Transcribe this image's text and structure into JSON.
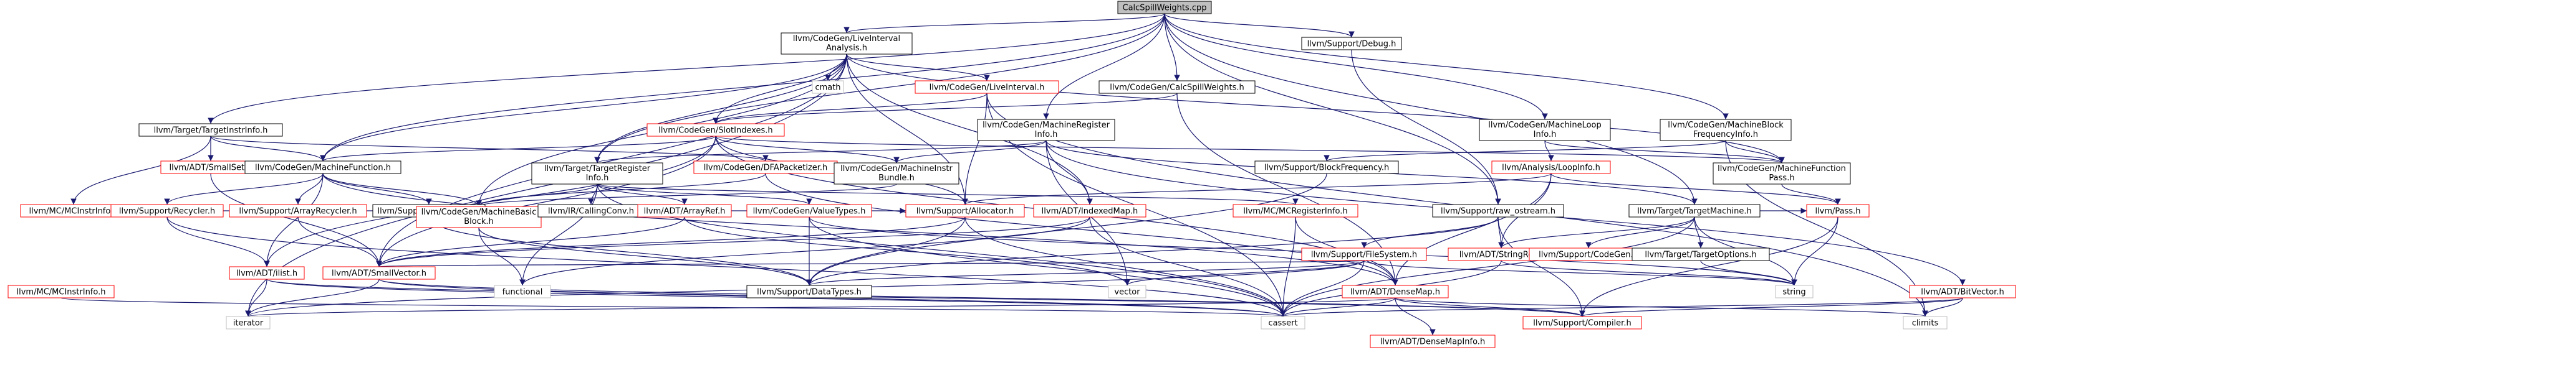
{
  "diagram": {
    "colors": {
      "edge": "#191970",
      "node_border_normal": "#000000",
      "node_border_missing": "#ff0000",
      "node_border_plain": "#bfbfbf",
      "node_fill_normal": "#ffffff",
      "node_fill_root": "#bfbfbf"
    },
    "nodes": [
      {
        "id": "root",
        "label": "CalcSpillWeights.cpp",
        "kind": "root"
      },
      {
        "id": "liveint_analysis",
        "label": "llvm/CodeGen/LiveInterval\nAnalysis.h",
        "kind": "normal"
      },
      {
        "id": "target_instrinfo",
        "label": "llvm/Target/TargetInstrInfo.h",
        "kind": "normal"
      },
      {
        "id": "support_debug",
        "label": "llvm/Support/Debug.h",
        "kind": "normal"
      },
      {
        "id": "calcspill_h",
        "label": "llvm/CodeGen/CalcSpillWeights.h",
        "kind": "normal"
      },
      {
        "id": "livinterval_h",
        "label": "llvm/CodeGen/LiveInterval.h",
        "kind": "missing"
      },
      {
        "id": "cmath",
        "label": "cmath",
        "kind": "plain"
      },
      {
        "id": "machineloop",
        "label": "llvm/CodeGen/MachineLoop\nInfo.h",
        "kind": "normal"
      },
      {
        "id": "mbfi",
        "label": "llvm/CodeGen/MachineBlock\nFrequencyInfo.h",
        "kind": "normal"
      },
      {
        "id": "slotindexes",
        "label": "llvm/CodeGen/SlotIndexes.h",
        "kind": "missing"
      },
      {
        "id": "mri",
        "label": "llvm/CodeGen/MachineRegister\nInfo.h",
        "kind": "normal"
      },
      {
        "id": "smallset",
        "label": "llvm/ADT/SmallSet.h",
        "kind": "missing"
      },
      {
        "id": "machinefunction",
        "label": "llvm/CodeGen/MachineFunction.h",
        "kind": "normal"
      },
      {
        "id": "targetregisterinfo",
        "label": "llvm/Target/TargetRegister\nInfo.h",
        "kind": "normal"
      },
      {
        "id": "dfapacketizer",
        "label": "llvm/CodeGen/DFAPacketizer.h",
        "kind": "missing"
      },
      {
        "id": "machineinstrbundle",
        "label": "llvm/CodeGen/MachineInstr\nBundle.h",
        "kind": "normal"
      },
      {
        "id": "analysis_loopinfo",
        "label": "llvm/Analysis/LoopInfo.h",
        "kind": "missing"
      },
      {
        "id": "blockfrequency",
        "label": "llvm/Support/BlockFrequency.h",
        "kind": "normal"
      },
      {
        "id": "raw_ostream",
        "label": "llvm/Support/raw_ostream.h",
        "kind": "normal"
      },
      {
        "id": "targetmachine",
        "label": "llvm/Target/TargetMachine.h",
        "kind": "normal"
      },
      {
        "id": "mfpass",
        "label": "llvm/CodeGen/MachineFunction\nPass.h",
        "kind": "normal"
      },
      {
        "id": "mcinstrinfo",
        "label": "llvm/MC/MCInstrInfo.h",
        "kind": "missing"
      },
      {
        "id": "recycler",
        "label": "llvm/Support/Recycler.h",
        "kind": "missing"
      },
      {
        "id": "arrayrecycler",
        "label": "llvm/Support/ArrayRecycler.h",
        "kind": "missing"
      },
      {
        "id": "debugloc",
        "label": "llvm/Support/DebugLoc.h",
        "kind": "normal"
      },
      {
        "id": "mbb",
        "label": "llvm/CodeGen/MachineBasic\nBlock.h",
        "kind": "missing"
      },
      {
        "id": "callingconv",
        "label": "llvm/IR/CallingConv.h",
        "kind": "normal"
      },
      {
        "id": "arrayref",
        "label": "llvm/ADT/ArrayRef.h",
        "kind": "missing"
      },
      {
        "id": "valuetypes",
        "label": "llvm/CodeGen/ValueTypes.h",
        "kind": "missing"
      },
      {
        "id": "allocator",
        "label": "llvm/Support/Allocator.h",
        "kind": "missing"
      },
      {
        "id": "indexedmap",
        "label": "llvm/ADT/IndexedMap.h",
        "kind": "missing"
      },
      {
        "id": "mcregisterinfo",
        "label": "llvm/MC/MCRegisterInfo.h",
        "kind": "missing"
      },
      {
        "id": "filesystem",
        "label": "llvm/Support/FileSystem.h",
        "kind": "missing"
      },
      {
        "id": "stringref",
        "label": "llvm/ADT/StringRef.h",
        "kind": "missing"
      },
      {
        "id": "supportcodegen",
        "label": "llvm/Support/CodeGen.h",
        "kind": "missing"
      },
      {
        "id": "targetoptions",
        "label": "llvm/Target/TargetOptions.h",
        "kind": "normal"
      },
      {
        "id": "pass",
        "label": "llvm/Pass.h",
        "kind": "missing"
      },
      {
        "id": "ilist",
        "label": "llvm/ADT/ilist.h",
        "kind": "missing"
      },
      {
        "id": "smallvector",
        "label": "llvm/ADT/SmallVector.h",
        "kind": "missing"
      },
      {
        "id": "functional",
        "label": "functional",
        "kind": "plain"
      },
      {
        "id": "datatypes",
        "label": "llvm/Support/DataTypes.h",
        "kind": "normal"
      },
      {
        "id": "vector",
        "label": "vector",
        "kind": "plain"
      },
      {
        "id": "densemap",
        "label": "llvm/ADT/DenseMap.h",
        "kind": "missing"
      },
      {
        "id": "string",
        "label": "string",
        "kind": "plain"
      },
      {
        "id": "bitvector",
        "label": "llvm/ADT/BitVector.h",
        "kind": "missing"
      },
      {
        "id": "mcinstinfo",
        "label": "llvm/MC/MCInstrInfo.h",
        "kind": "missing"
      },
      {
        "id": "iterator",
        "label": "iterator",
        "kind": "plain"
      },
      {
        "id": "cassert",
        "label": "cassert",
        "kind": "plain"
      },
      {
        "id": "compiler",
        "label": "llvm/Support/Compiler.h",
        "kind": "missing"
      },
      {
        "id": "densemapinfo",
        "label": "llvm/ADT/DenseMapInfo.h",
        "kind": "missing"
      },
      {
        "id": "climits",
        "label": "climits",
        "kind": "plain"
      }
    ],
    "edges": [
      [
        "root",
        "liveint_analysis"
      ],
      [
        "root",
        "target_instrinfo"
      ],
      [
        "root",
        "support_debug"
      ],
      [
        "root",
        "calcspill_h"
      ],
      [
        "root",
        "machineloop"
      ],
      [
        "root",
        "mbfi"
      ],
      [
        "root",
        "mri"
      ],
      [
        "root",
        "machinefunction"
      ],
      [
        "root",
        "targetregisterinfo"
      ],
      [
        "root",
        "raw_ostream"
      ],
      [
        "root",
        "targetmachine"
      ],
      [
        "liveint_analysis",
        "cmath"
      ],
      [
        "liveint_analysis",
        "livinterval_h"
      ],
      [
        "liveint_analysis",
        "slotindexes"
      ],
      [
        "liveint_analysis",
        "targetregisterinfo"
      ],
      [
        "liveint_analysis",
        "mbb"
      ],
      [
        "liveint_analysis",
        "allocator"
      ],
      [
        "liveint_analysis",
        "indexedmap"
      ],
      [
        "liveint_analysis",
        "mfpass"
      ],
      [
        "liveint_analysis",
        "machinefunction"
      ],
      [
        "liveint_analysis",
        "smallvector"
      ],
      [
        "liveint_analysis",
        "iterator"
      ],
      [
        "livinterval_h",
        "slotindexes"
      ],
      [
        "livinterval_h",
        "allocator"
      ],
      [
        "livinterval_h",
        "cassert"
      ],
      [
        "livinterval_h",
        "climits"
      ],
      [
        "calcspill_h",
        "slotindexes"
      ],
      [
        "calcspill_h",
        "densemap"
      ],
      [
        "support_debug",
        "raw_ostream"
      ],
      [
        "target_instrinfo",
        "machinefunction"
      ],
      [
        "target_instrinfo",
        "smallset"
      ],
      [
        "target_instrinfo",
        "dfapacketizer"
      ],
      [
        "target_instrinfo",
        "mcinstrinfo"
      ],
      [
        "slotindexes",
        "machinefunction"
      ],
      [
        "slotindexes",
        "machineinstrbundle"
      ],
      [
        "slotindexes",
        "densemap"
      ],
      [
        "slotindexes",
        "allocator"
      ],
      [
        "slotindexes",
        "mfpass"
      ],
      [
        "slotindexes",
        "ilist"
      ],
      [
        "slotindexes",
        "smallvector"
      ],
      [
        "mri",
        "targetregisterinfo"
      ],
      [
        "mri",
        "indexedmap"
      ],
      [
        "mri",
        "machineinstrbundle"
      ],
      [
        "mri",
        "bitvector"
      ],
      [
        "mri",
        "vector"
      ],
      [
        "mri",
        "targetmachine"
      ],
      [
        "machineloop",
        "analysis_loopinfo"
      ],
      [
        "machineloop",
        "mfpass"
      ],
      [
        "mbfi",
        "blockfrequency"
      ],
      [
        "mbfi",
        "mfpass"
      ],
      [
        "mbfi",
        "climits"
      ],
      [
        "smallset",
        "smallvector"
      ],
      [
        "machinefunction",
        "recycler"
      ],
      [
        "machinefunction",
        "arrayrecycler"
      ],
      [
        "machinefunction",
        "debugloc"
      ],
      [
        "machinefunction",
        "mbb"
      ],
      [
        "machinefunction",
        "ilist"
      ],
      [
        "machinefunction",
        "densemap"
      ],
      [
        "targetregisterinfo",
        "mbb"
      ],
      [
        "targetregisterinfo",
        "callingconv"
      ],
      [
        "targetregisterinfo",
        "arrayref"
      ],
      [
        "targetregisterinfo",
        "valuetypes"
      ],
      [
        "targetregisterinfo",
        "mcregisterinfo"
      ],
      [
        "targetregisterinfo",
        "functional"
      ],
      [
        "targetregisterinfo",
        "cassert"
      ],
      [
        "dfapacketizer",
        "mbb"
      ],
      [
        "dfapacketizer",
        "densemap"
      ],
      [
        "machineinstrbundle",
        "mbb"
      ],
      [
        "analysis_loopinfo",
        "densemap"
      ],
      [
        "analysis_loopinfo",
        "pass"
      ],
      [
        "analysis_loopinfo",
        "stringref"
      ],
      [
        "analysis_loopinfo",
        "allocator"
      ],
      [
        "blockfrequency",
        "datatypes"
      ],
      [
        "raw_ostream",
        "filesystem"
      ],
      [
        "raw_ostream",
        "stringref"
      ],
      [
        "raw_ostream",
        "compiler"
      ],
      [
        "raw_ostream",
        "datatypes"
      ],
      [
        "targetmachine",
        "supportcodegen"
      ],
      [
        "targetmachine",
        "targetoptions"
      ],
      [
        "targetmachine",
        "pass"
      ],
      [
        "targetmachine",
        "stringref"
      ],
      [
        "targetmachine",
        "string"
      ],
      [
        "targetmachine",
        "cassert"
      ],
      [
        "mfpass",
        "pass"
      ],
      [
        "recycler",
        "ilist"
      ],
      [
        "recycler",
        "allocator"
      ],
      [
        "recycler",
        "cassert"
      ],
      [
        "arrayrecycler",
        "smallvector"
      ],
      [
        "debugloc",
        "datatypes"
      ],
      [
        "mbb",
        "functional"
      ],
      [
        "mbb",
        "datatypes"
      ],
      [
        "arrayref",
        "smallvector"
      ],
      [
        "arrayref",
        "vector"
      ],
      [
        "valuetypes",
        "datatypes"
      ],
      [
        "valuetypes",
        "string"
      ],
      [
        "valuetypes",
        "cassert"
      ],
      [
        "allocator",
        "datatypes"
      ],
      [
        "allocator",
        "smallvector"
      ],
      [
        "allocator",
        "cassert"
      ],
      [
        "indexedmap",
        "smallvector"
      ],
      [
        "indexedmap",
        "cassert"
      ],
      [
        "indexedmap",
        "functional"
      ],
      [
        "mcregisterinfo",
        "densemap"
      ],
      [
        "mcregisterinfo",
        "cassert"
      ],
      [
        "filesystem",
        "datatypes"
      ],
      [
        "filesystem",
        "smallvector"
      ],
      [
        "filesystem",
        "string"
      ],
      [
        "filesystem",
        "vector"
      ],
      [
        "filesystem",
        "iterator"
      ],
      [
        "filesystem",
        "cassert"
      ],
      [
        "stringref",
        "string"
      ],
      [
        "stringref",
        "cassert"
      ],
      [
        "targetoptions",
        "string"
      ],
      [
        "pass",
        "string"
      ],
      [
        "pass",
        "compiler"
      ],
      [
        "bitvector",
        "compiler"
      ],
      [
        "bitvector",
        "cassert"
      ],
      [
        "bitvector",
        "climits"
      ],
      [
        "mcinstinfo",
        "cassert"
      ],
      [
        "ilist",
        "iterator"
      ],
      [
        "ilist",
        "cassert"
      ],
      [
        "ilist",
        "compiler"
      ],
      [
        "smallvector",
        "compiler"
      ],
      [
        "smallvector",
        "cassert"
      ],
      [
        "smallvector",
        "iterator"
      ],
      [
        "densemap",
        "densemapinfo"
      ],
      [
        "densemap",
        "compiler"
      ],
      [
        "densemap",
        "iterator"
      ],
      [
        "densemap",
        "cassert"
      ],
      [
        "densemap",
        "climits"
      ]
    ]
  }
}
